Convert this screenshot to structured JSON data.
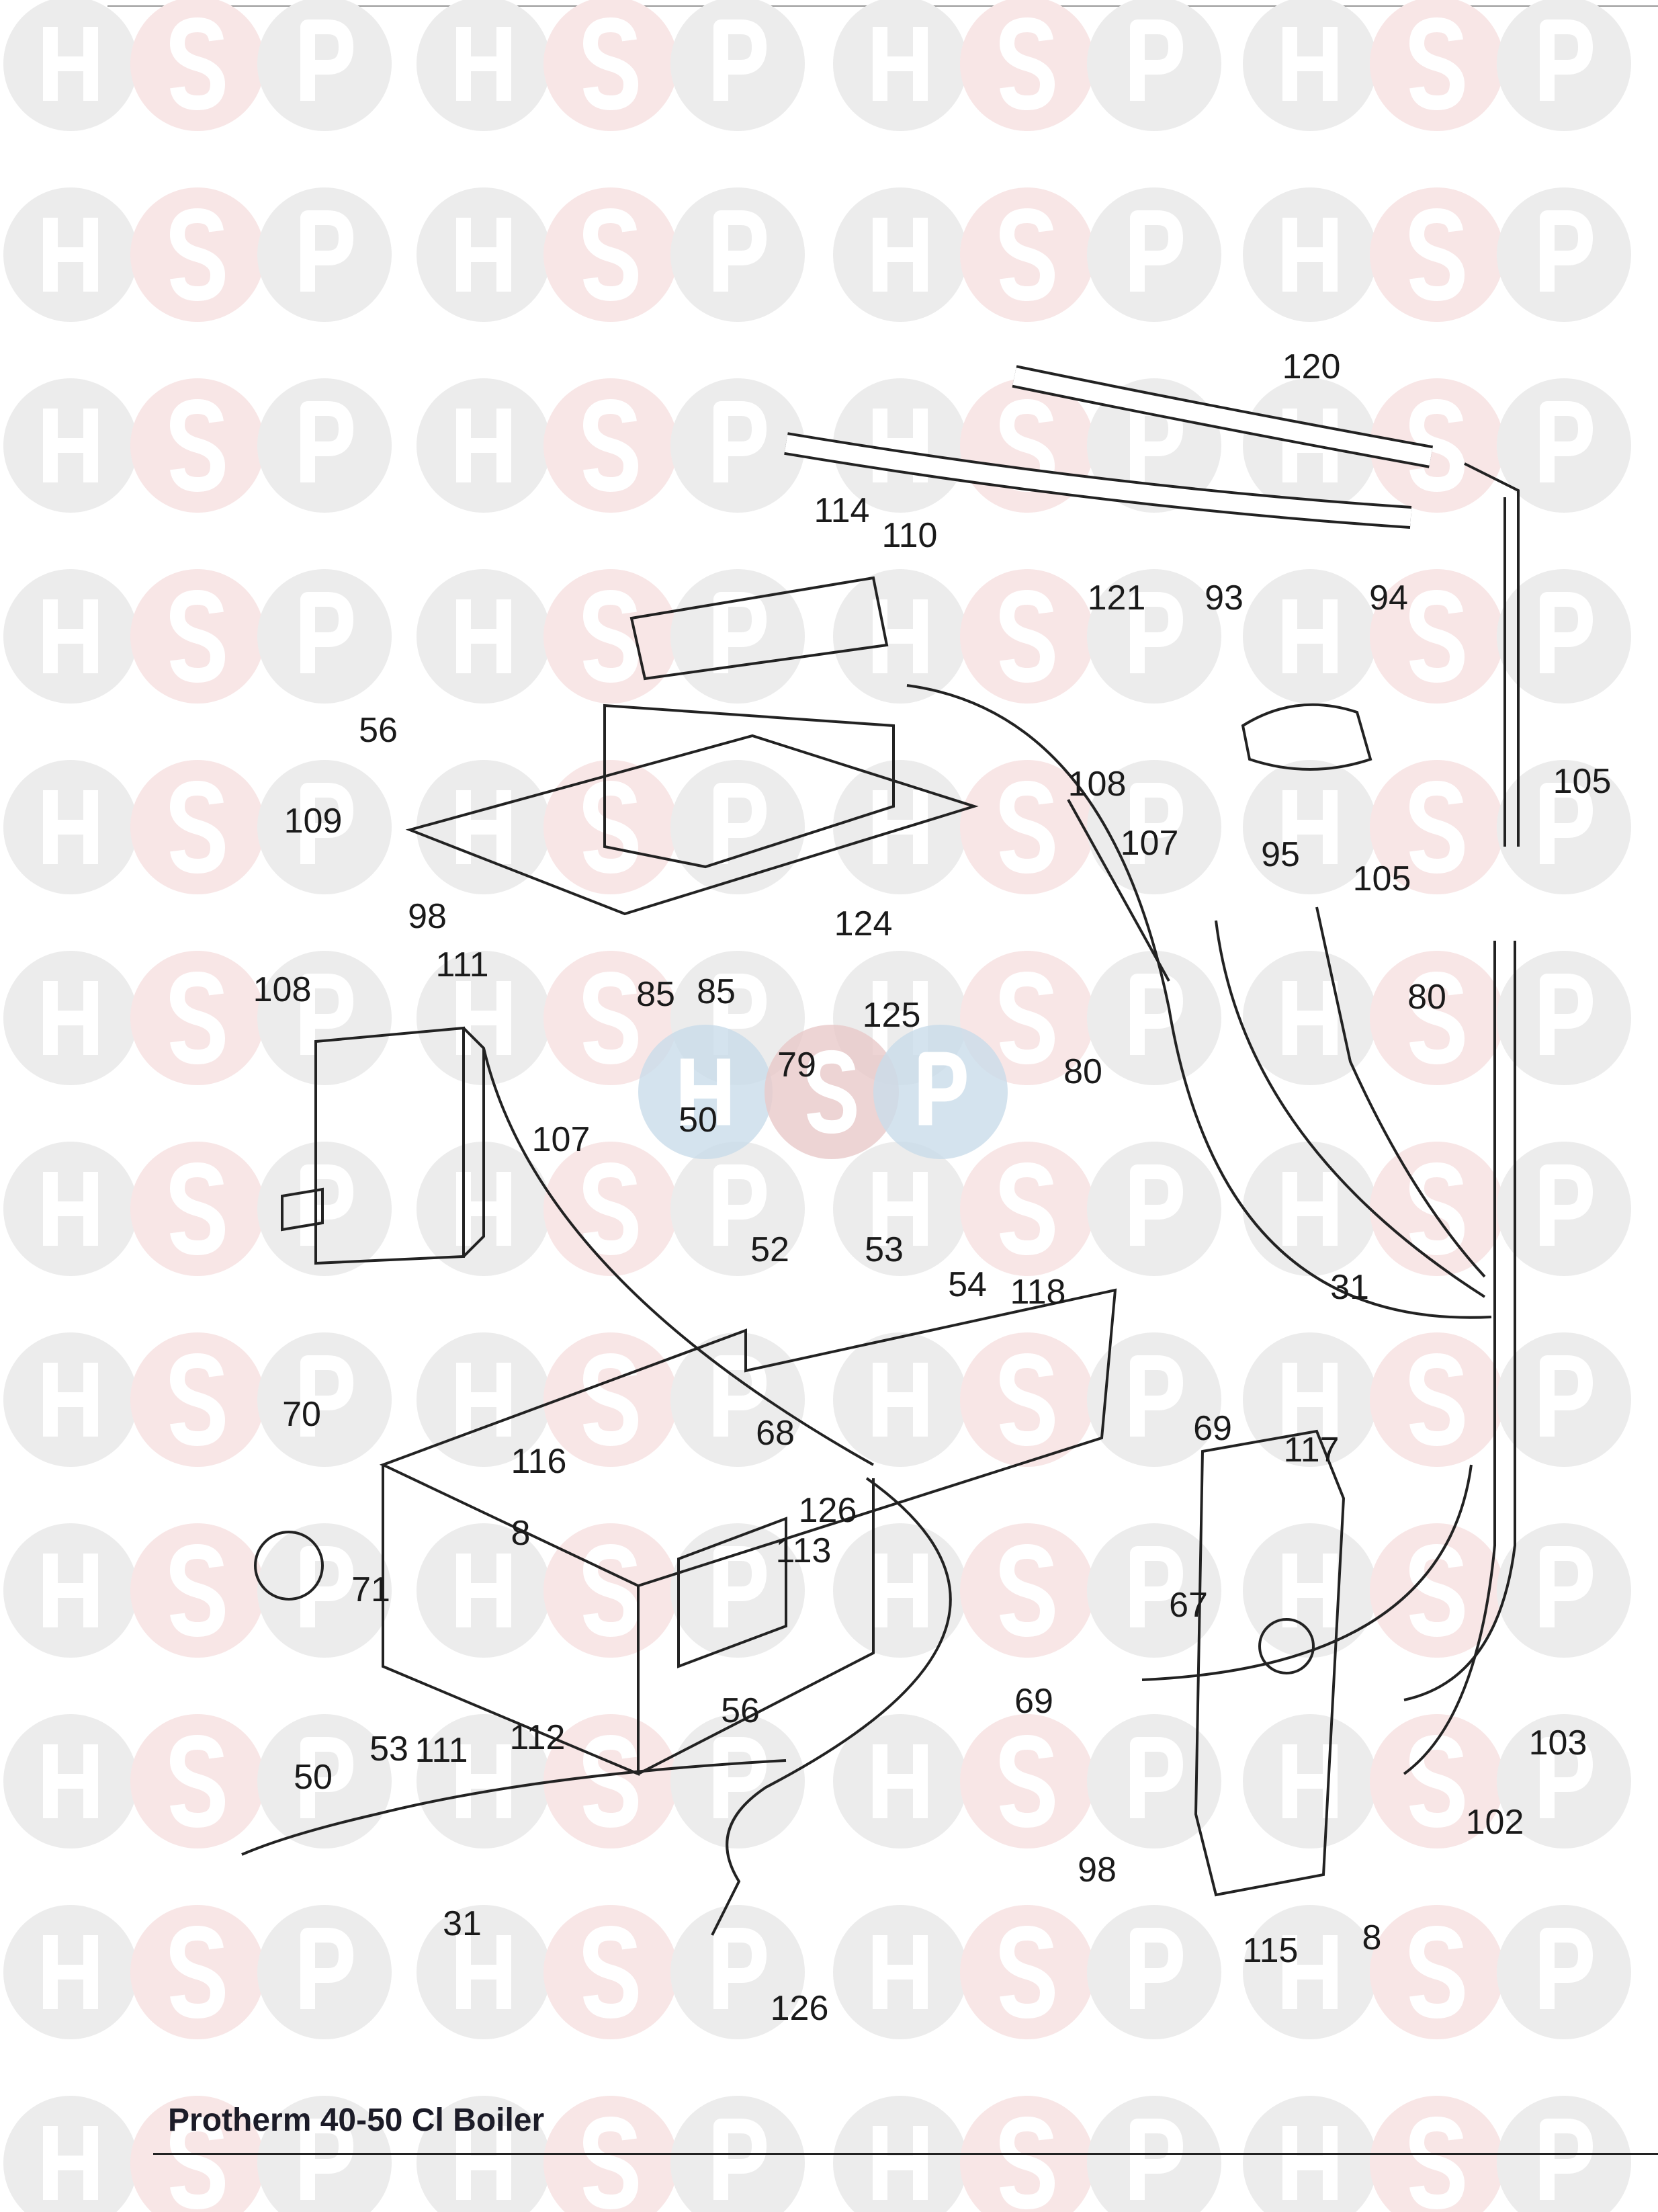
{
  "title": "Protherm 40-50 Cl Boiler",
  "watermark": {
    "letters": [
      "H",
      "S",
      "P"
    ],
    "colors": {
      "H": "#ececec",
      "S": "#f8e6e6",
      "P": "#ececec",
      "center_H": "#c9dcea",
      "center_S": "#e8c9c9",
      "center_P": "#c9dcea"
    }
  },
  "part_labels": [
    "120",
    "114",
    "110",
    "121",
    "93",
    "94",
    "56",
    "109",
    "98",
    "111",
    "85",
    "85",
    "124",
    "125",
    "108",
    "107",
    "95",
    "105",
    "105",
    "80",
    "80",
    "108",
    "79",
    "50",
    "107",
    "52",
    "53",
    "54",
    "118",
    "31",
    "69",
    "117",
    "68",
    "116",
    "70",
    "126",
    "8",
    "113",
    "67",
    "71",
    "69",
    "103",
    "112",
    "56",
    "111",
    "53",
    "50",
    "102",
    "98",
    "31",
    "115",
    "8",
    "126"
  ]
}
